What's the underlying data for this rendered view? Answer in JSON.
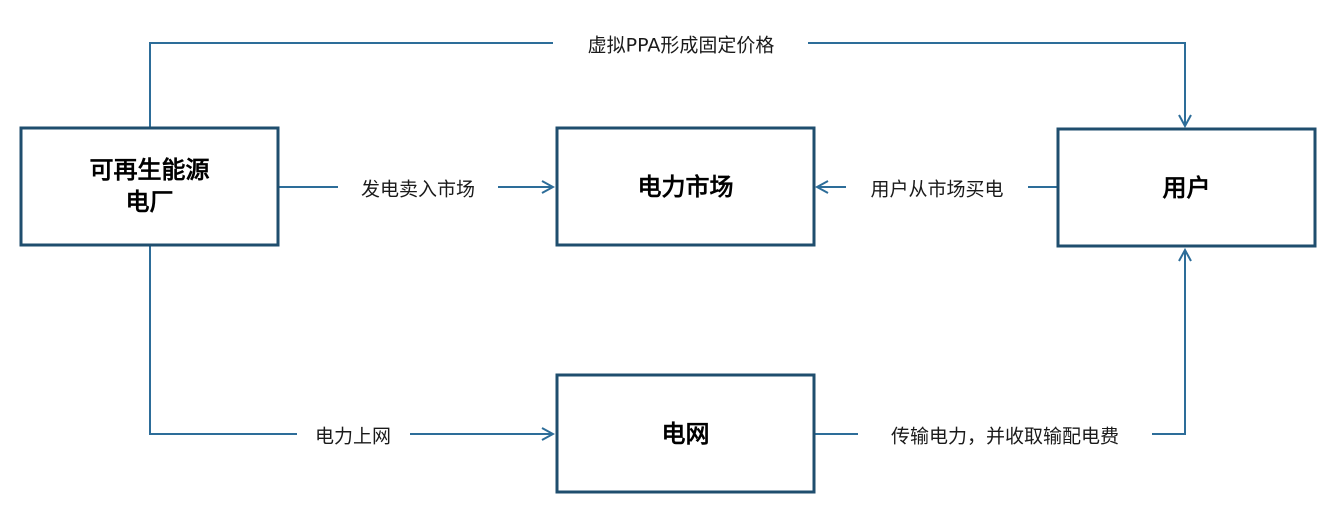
{
  "nodes": {
    "plant": {
      "line1": "可再生能源",
      "line2": "电厂"
    },
    "market": {
      "label": "电力市场"
    },
    "user": {
      "label": "用户"
    },
    "grid": {
      "label": "电网"
    }
  },
  "edges": {
    "ppa": {
      "label": "虚拟PPA形成固定价格"
    },
    "sell": {
      "label": "发电卖入市场"
    },
    "buy": {
      "label": "用户从市场买电"
    },
    "grid_connect": {
      "label": "电力上网"
    },
    "transmit": {
      "label": "传输电力，并收取输配电费"
    }
  },
  "colors": {
    "box_stroke": "#1f4e6e",
    "edge_stroke": "#2d6d99"
  }
}
